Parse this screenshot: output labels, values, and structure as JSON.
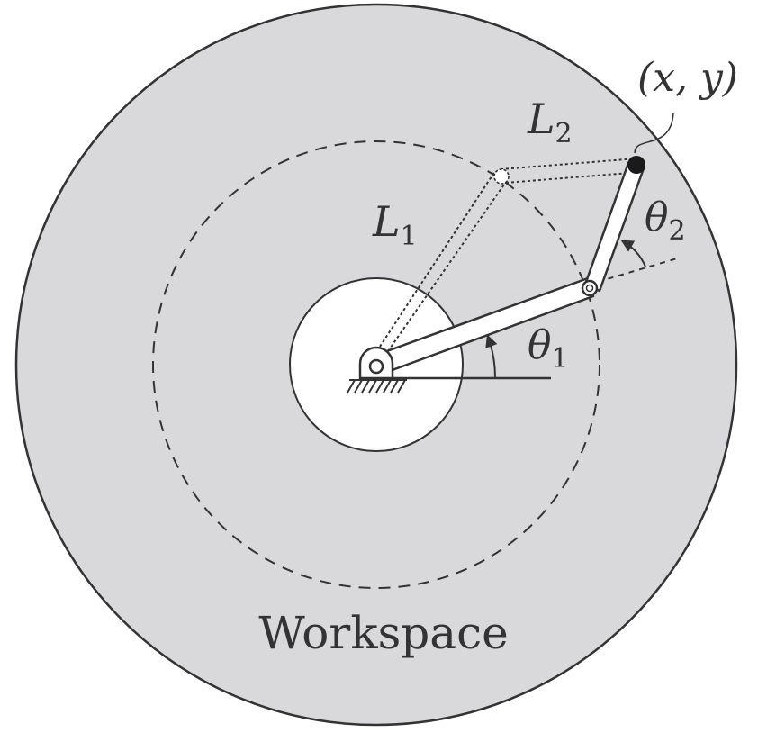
{
  "labels": {
    "link2_main": "L",
    "link2_sub": "2",
    "link1_main": "L",
    "link1_sub": "1",
    "angle2_main": "θ",
    "angle2_sub": "2",
    "angle1_main": "θ",
    "angle1_sub": "1",
    "end_effector": "(x, y)",
    "region": "Workspace"
  },
  "colors": {
    "workspace_fill": "#d9d9db",
    "stroke": "#333333",
    "inner_fill": "#ffffff",
    "end_effector": "#1a1a1a"
  }
}
